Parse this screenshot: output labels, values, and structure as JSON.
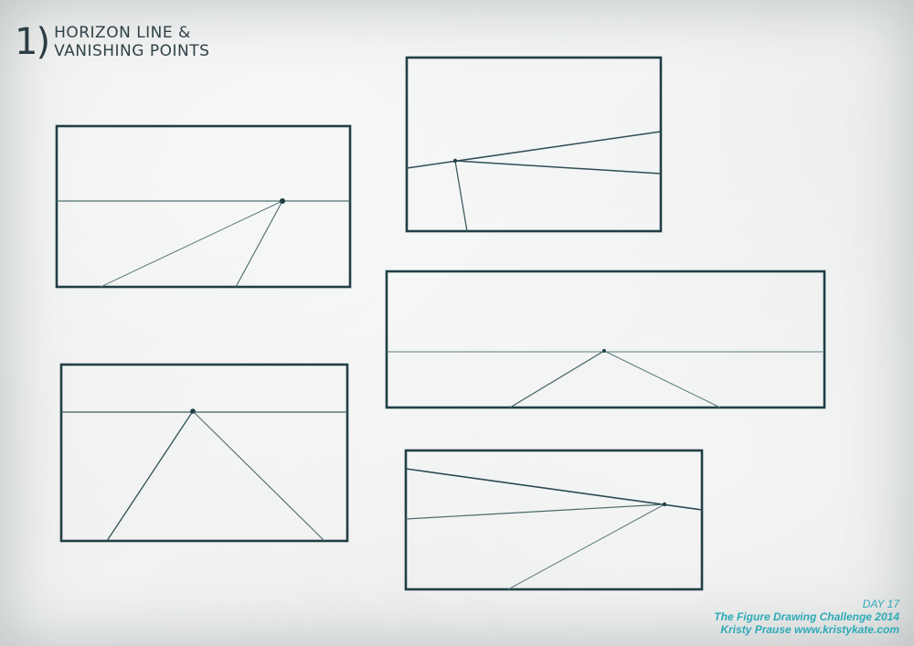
{
  "heading": {
    "number": "1)",
    "line1": "Horizon line &",
    "line2": "vanishing points"
  },
  "credits": {
    "day": "DAY 17",
    "challenge": "The Figure Drawing Challenge 2014",
    "author": "Kristy Prause www.kristykate.com"
  },
  "colors": {
    "frame": "#203f45",
    "line": "#4f7072",
    "credit_text": "#2eaab8"
  }
}
